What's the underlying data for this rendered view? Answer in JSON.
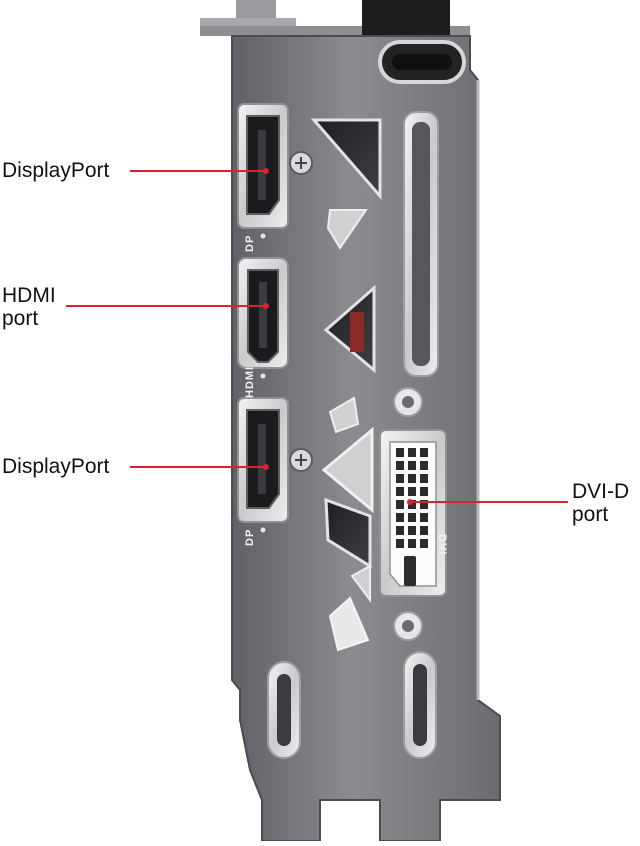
{
  "callouts": {
    "dp_top": "DisplayPort",
    "hdmi": "HDMI\nport",
    "dp_bottom": "DisplayPort",
    "dvi": "DVI-D\nport"
  },
  "silkscreen": {
    "dp_top": "DP",
    "hdmi": "HDMI",
    "dp_bottom": "DP",
    "dvi": "DVI"
  },
  "colors": {
    "bracket": "#7d7f83",
    "bracket_dark": "#3b3d40",
    "port_shell": "#d8d9db",
    "leader": "#d7262b",
    "text": "#111111"
  }
}
